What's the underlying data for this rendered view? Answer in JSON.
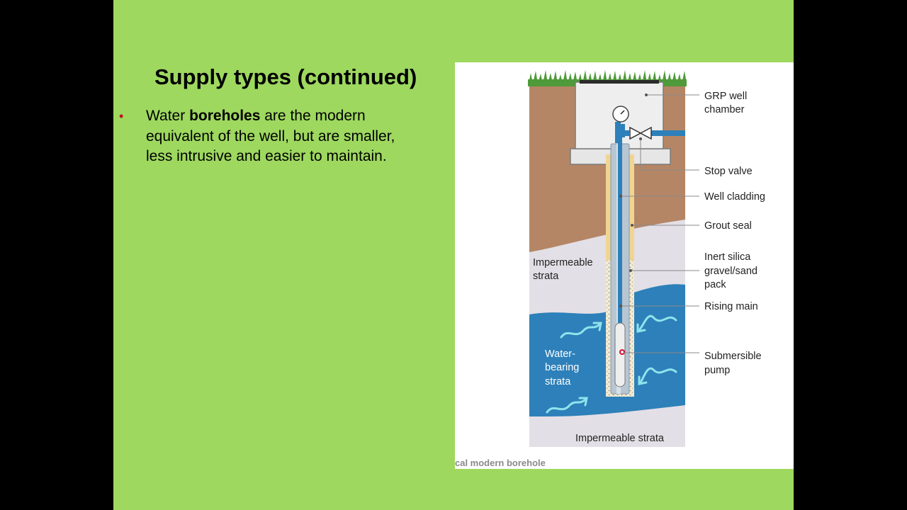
{
  "slide": {
    "title": "Supply types (continued)",
    "bullet": {
      "prefix": "Water ",
      "bold": "boreholes",
      "lines": [
        " are the modern",
        "equivalent of the well, but are smaller,",
        "less intrusive and easier to maintain."
      ]
    }
  },
  "diagram": {
    "labels": {
      "grp_chamber": [
        "GRP well",
        "chamber"
      ],
      "stop_valve": "Stop valve",
      "well_cladding": "Well cladding",
      "grout_seal": "Grout seal",
      "gravel_pack": [
        "Inert silica",
        "gravel/sand",
        "pack"
      ],
      "rising_main": "Rising main",
      "pump": [
        "Submersible",
        "pump"
      ],
      "impermeable_upper": [
        "Impermeable",
        "strata"
      ],
      "water_bearing": [
        "Water-",
        "bearing",
        "strata"
      ],
      "impermeable_lower": "Impermeable strata"
    },
    "caption": "cal modern borehole",
    "colors": {
      "soil": "#b58665",
      "water": "#2d80b9",
      "strata": "#e3dfe6",
      "grout": "#f0d592",
      "cladding": "#b8c6d2",
      "grass": "#4f9a3a",
      "slide_bg": "#9ed85f",
      "bullet": "#c0111f"
    }
  }
}
